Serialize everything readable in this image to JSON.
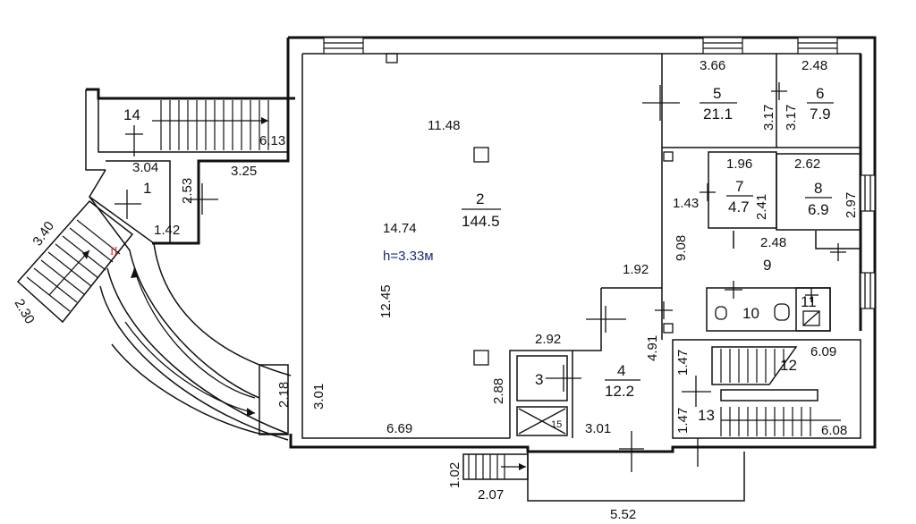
{
  "plan": {
    "ceiling_height": "h=3.33м",
    "roman_mark": "II",
    "rooms": [
      {
        "id": "room-1",
        "number": "1",
        "area": ""
      },
      {
        "id": "room-2",
        "number": "2",
        "area": "144.5"
      },
      {
        "id": "room-3",
        "number": "3",
        "area": ""
      },
      {
        "id": "room-4",
        "number": "4",
        "area": "12.2"
      },
      {
        "id": "room-5",
        "number": "5",
        "area": "21.1"
      },
      {
        "id": "room-6",
        "number": "6",
        "area": "7.9"
      },
      {
        "id": "room-7",
        "number": "7",
        "area": "4.7"
      },
      {
        "id": "room-8",
        "number": "8",
        "area": "6.9"
      },
      {
        "id": "room-9",
        "number": "9",
        "area": ""
      },
      {
        "id": "room-10",
        "number": "10",
        "area": ""
      },
      {
        "id": "room-11",
        "number": "11",
        "area": ""
      },
      {
        "id": "room-12",
        "number": "12",
        "area": ""
      },
      {
        "id": "room-13",
        "number": "13",
        "area": ""
      },
      {
        "id": "room-14",
        "number": "14",
        "area": ""
      },
      {
        "id": "room-15",
        "number": "15",
        "area": ""
      }
    ],
    "dimensions": {
      "d_11_48": "11.48",
      "d_14_74": "14.74",
      "d_12_45": "12.45",
      "d_6_69": "6.69",
      "d_3_01_left": "3.01",
      "d_3_01_bottom": "3.01",
      "d_2_18": "2.18",
      "d_2_88": "2.88",
      "d_2_92": "2.92",
      "d_4_91": "4.91",
      "d_1_92": "1.92",
      "d_9_08": "9.08",
      "d_3_66": "3.66",
      "d_2_48_top": "2.48",
      "d_3_17_a": "3.17",
      "d_3_17_b": "3.17",
      "d_1_96": "1.96",
      "d_2_62": "2.62",
      "d_1_43": "1.43",
      "d_2_41": "2.41",
      "d_2_97": "2.97",
      "d_2_48_mid": "2.48",
      "d_1_47_a": "1.47",
      "d_1_47_b": "1.47",
      "d_6_09": "6.09",
      "d_6_08": "6.08",
      "d_6_13": "6.13",
      "d_3_04": "3.04",
      "d_2_53": "2.53",
      "d_3_25": "3.25",
      "d_1_42": "1.42",
      "d_3_40": "3.40",
      "d_2_30": "2.30",
      "d_1_02": "1.02",
      "d_2_07": "2.07",
      "d_5_52": "5.52"
    }
  }
}
